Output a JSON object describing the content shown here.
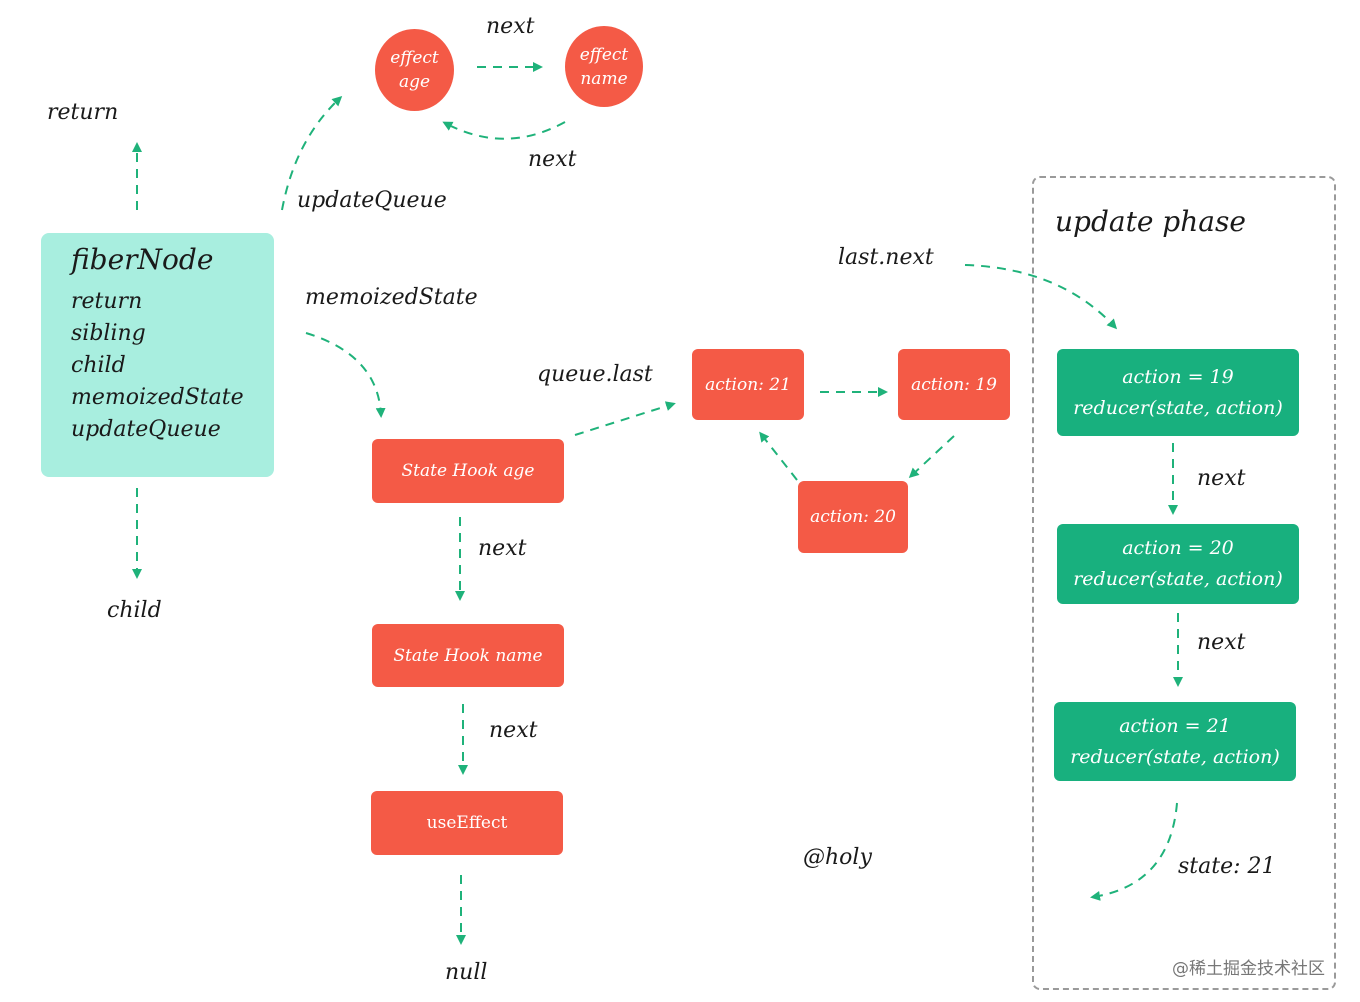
{
  "labels": {
    "return_top": "return",
    "child_bottom": "child",
    "update_queue": "updateQueue",
    "memoized_state": "memoizedState",
    "next_top": "next",
    "next_circle_back": "next",
    "queue_last": "queue.last",
    "last_next": "last.next",
    "next_hook1": "next",
    "next_hook2": "next",
    "null_end": "null",
    "author": "@holy",
    "next_phase1": "next",
    "next_phase2": "next",
    "state_result": "state: 21",
    "watermark": "@稀土掘金技术社区"
  },
  "fiber_node": {
    "title": "fiberNode",
    "fields": [
      "return",
      "sibling",
      "child",
      "memoizedState",
      "updateQueue"
    ]
  },
  "effects": [
    {
      "line1": "effect",
      "line2": "age"
    },
    {
      "line1": "effect",
      "line2": "name"
    }
  ],
  "hooks": [
    "State Hook age",
    "State Hook name",
    "useEffect"
  ],
  "actions": [
    "action: 21",
    "action: 19",
    "action: 20"
  ],
  "update_phase": {
    "title": "update phase",
    "steps": [
      {
        "line1": "action = 19",
        "line2": "reducer(state, action)"
      },
      {
        "line1": "action = 20",
        "line2": "reducer(state, action)"
      },
      {
        "line1": "action = 21",
        "line2": "reducer(state, action)"
      }
    ]
  },
  "colors": {
    "red_node": "#f45a46",
    "green_node": "#18b07e",
    "fiber_node": "#a8eedf",
    "arrow": "#1fb27a"
  }
}
